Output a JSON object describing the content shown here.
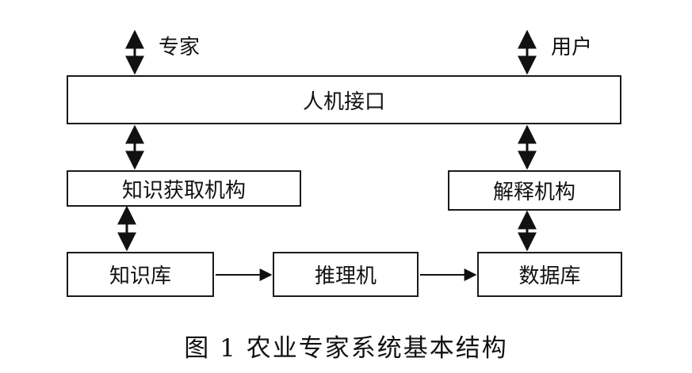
{
  "diagram": {
    "top_labels": {
      "expert": "专家",
      "user": "用户"
    },
    "boxes": {
      "interface": "人机接口",
      "knowledge_acquisition": "知识获取机构",
      "explanation": "解释机构",
      "knowledge_base": "知识库",
      "inference_engine": "推理机",
      "database": "数据库"
    },
    "caption": "图 1  农业专家系统基本结构"
  }
}
